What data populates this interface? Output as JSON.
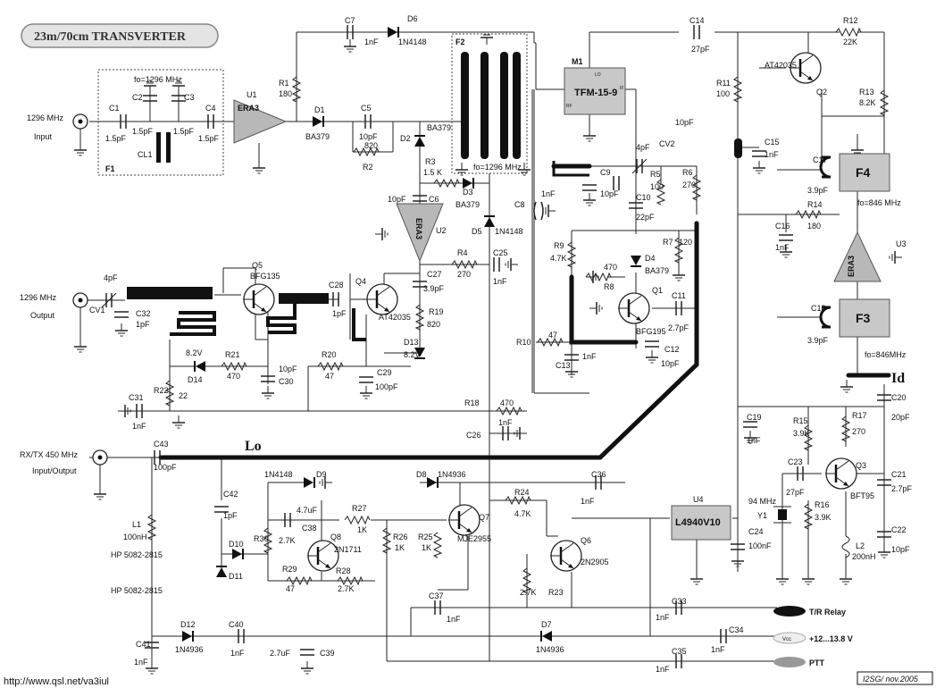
{
  "title": "23m/70cm TRANSVERTER",
  "footer_left": "http://www.qsl.net/va3iul",
  "footer_right": "I2SG/ nov.2005",
  "ports": {
    "in1296": [
      "1296 MHz",
      "Input"
    ],
    "out1296": [
      "1296 MHz",
      "Output"
    ],
    "rxtx": [
      "RX/TX 450 MHz",
      "Input/Output"
    ],
    "tr_relay": "T/R Relay",
    "vcc": "+12...13.8 V",
    "vcc_tag": "Vcc",
    "ptt": "PTT"
  },
  "modules": {
    "M1_tag": "M1",
    "M1": "TFM-15-9",
    "M1_pins": [
      "LO",
      "RF",
      "IF"
    ],
    "F1": "F1",
    "F2": "F2",
    "F3": "F3",
    "F4": "F4",
    "U4": "L4940V10",
    "f1_freq": "fo=1296 MHz",
    "f2_freq": "fo=1296 MHz",
    "f3_freq": "fo=846MHz",
    "f4_freq": "fo=846 MHz"
  },
  "amps": {
    "u1": "ERA3",
    "u1_ref": "U1",
    "u2": "ERA3",
    "u2_ref": "U2",
    "u3": "ERA3",
    "u3_ref": "U3"
  },
  "bus_labels": {
    "lo": "Lo",
    "ld": "Id"
  },
  "components": [
    {
      "id": "c1",
      "t": "C1"
    },
    {
      "id": "c1v",
      "t": "1.5pF"
    },
    {
      "id": "c2",
      "t": "C2"
    },
    {
      "id": "c2v",
      "t": "1.5pF"
    },
    {
      "id": "c3",
      "t": "C3"
    },
    {
      "id": "c3v",
      "t": "1.5pF"
    },
    {
      "id": "c4",
      "t": "C4"
    },
    {
      "id": "c4v",
      "t": "1.5pF"
    },
    {
      "id": "cl1",
      "t": "CL1"
    },
    {
      "id": "r1",
      "t": "R1"
    },
    {
      "id": "r1v",
      "t": "180"
    },
    {
      "id": "c7",
      "t": "C7"
    },
    {
      "id": "c7v",
      "t": "1nF"
    },
    {
      "id": "d6",
      "t": "D6"
    },
    {
      "id": "d6v",
      "t": "1N4148"
    },
    {
      "id": "d1",
      "t": "D1"
    },
    {
      "id": "d1v",
      "t": "BA379"
    },
    {
      "id": "c5",
      "t": "C5"
    },
    {
      "id": "c5v",
      "t": "10pF"
    },
    {
      "id": "r2v",
      "t": "820"
    },
    {
      "id": "r2",
      "t": "R2"
    },
    {
      "id": "d2",
      "t": "D2"
    },
    {
      "id": "d2v",
      "t": "BA379"
    },
    {
      "id": "r3",
      "t": "R3"
    },
    {
      "id": "r3v",
      "t": "1.5 K"
    },
    {
      "id": "d3",
      "t": "D3"
    },
    {
      "id": "d3v",
      "t": "BA379"
    },
    {
      "id": "c6v",
      "t": "10pF"
    },
    {
      "id": "c6",
      "t": "C6"
    },
    {
      "id": "d5",
      "t": "D5"
    },
    {
      "id": "d5v",
      "t": "1N4148"
    },
    {
      "id": "r4",
      "t": "R4"
    },
    {
      "id": "r4v",
      "t": "270"
    },
    {
      "id": "c25",
      "t": "C25"
    },
    {
      "id": "c25v",
      "t": "1nF"
    },
    {
      "id": "c27",
      "t": "C27"
    },
    {
      "id": "c27v",
      "t": "3.9pF"
    },
    {
      "id": "r19",
      "t": "R19"
    },
    {
      "id": "r19v",
      "t": "820"
    },
    {
      "id": "d13",
      "t": "D13"
    },
    {
      "id": "d13v",
      "t": "8.2V"
    },
    {
      "id": "c29",
      "t": "C29"
    },
    {
      "id": "c29v",
      "t": "100pF"
    },
    {
      "id": "q4",
      "t": "Q4"
    },
    {
      "id": "q4v",
      "t": "AT42035"
    },
    {
      "id": "c28",
      "t": "C28"
    },
    {
      "id": "c28v",
      "t": "1pF"
    },
    {
      "id": "q5",
      "t": "Q5"
    },
    {
      "id": "q5v",
      "t": "BFG135"
    },
    {
      "id": "cv1v",
      "t": "4pF"
    },
    {
      "id": "cv1",
      "t": "CV1"
    },
    {
      "id": "c32",
      "t": "C32"
    },
    {
      "id": "c32v",
      "t": "1pF"
    },
    {
      "id": "d14v",
      "t": "8.2V"
    },
    {
      "id": "d14",
      "t": "D14"
    },
    {
      "id": "r21",
      "t": "R21"
    },
    {
      "id": "r21v",
      "t": "470"
    },
    {
      "id": "c30v",
      "t": "10pF"
    },
    {
      "id": "c30",
      "t": "C30"
    },
    {
      "id": "r20",
      "t": "R20"
    },
    {
      "id": "r20v",
      "t": "47"
    },
    {
      "id": "r22",
      "t": "R22"
    },
    {
      "id": "r22v",
      "t": "22"
    },
    {
      "id": "c31",
      "t": "C31"
    },
    {
      "id": "c31v",
      "t": "1nF"
    },
    {
      "id": "r18",
      "t": "R18"
    },
    {
      "id": "r18v",
      "t": "470"
    },
    {
      "id": "c26",
      "t": "C26"
    },
    {
      "id": "c26v",
      "t": "1nF"
    },
    {
      "id": "c8",
      "t": "C8"
    },
    {
      "id": "c8v",
      "t": "1nF"
    },
    {
      "id": "c14",
      "t": "C14"
    },
    {
      "id": "c14v",
      "t": "27pF"
    },
    {
      "id": "r12",
      "t": "R12"
    },
    {
      "id": "r12v",
      "t": "22K"
    },
    {
      "id": "q2v",
      "t": "AT42035"
    },
    {
      "id": "q2",
      "t": "Q2"
    },
    {
      "id": "r11",
      "t": "R11"
    },
    {
      "id": "r11v",
      "t": "100"
    },
    {
      "id": "r13",
      "t": "R13"
    },
    {
      "id": "r13v",
      "t": "8.2K"
    },
    {
      "id": "pf10",
      "t": "10pF"
    },
    {
      "id": "cv2v",
      "t": "4pF"
    },
    {
      "id": "cv2",
      "t": "CV2"
    },
    {
      "id": "c15",
      "t": "C15"
    },
    {
      "id": "c15v",
      "t": "1nF"
    },
    {
      "id": "c17",
      "t": "C17"
    },
    {
      "id": "c17v",
      "t": "3.9pF"
    },
    {
      "id": "c9",
      "t": "C9"
    },
    {
      "id": "c9v",
      "t": "10pF"
    },
    {
      "id": "r5",
      "t": "R5"
    },
    {
      "id": "r5v",
      "t": "100"
    },
    {
      "id": "r6",
      "t": "R6"
    },
    {
      "id": "r6v",
      "t": "270"
    },
    {
      "id": "c10",
      "t": "C10"
    },
    {
      "id": "c10v",
      "t": "22pF"
    },
    {
      "id": "r14",
      "t": "R14"
    },
    {
      "id": "r14v",
      "t": "180"
    },
    {
      "id": "c16",
      "t": "C16"
    },
    {
      "id": "c16v",
      "t": "1nF"
    },
    {
      "id": "r9",
      "t": "R9"
    },
    {
      "id": "r9v",
      "t": "4.7K"
    },
    {
      "id": "r7",
      "t": "R7"
    },
    {
      "id": "r7v",
      "t": "120"
    },
    {
      "id": "d4",
      "t": "D4"
    },
    {
      "id": "d4v",
      "t": "BA379"
    },
    {
      "id": "r8v",
      "t": "470"
    },
    {
      "id": "r8",
      "t": "R8"
    },
    {
      "id": "q1",
      "t": "Q1"
    },
    {
      "id": "q1v",
      "t": "BFG195"
    },
    {
      "id": "c11",
      "t": "C11"
    },
    {
      "id": "c11v",
      "t": "2.7pF"
    },
    {
      "id": "r10",
      "t": "R10"
    },
    {
      "id": "r10v",
      "t": "47"
    },
    {
      "id": "c13",
      "t": "C13"
    },
    {
      "id": "c13v",
      "t": "1nF"
    },
    {
      "id": "c12",
      "t": "C12"
    },
    {
      "id": "c12v",
      "t": "10pF"
    },
    {
      "id": "c18",
      "t": "C18"
    },
    {
      "id": "c18v",
      "t": "3.9pF"
    },
    {
      "id": "c20",
      "t": "C20"
    },
    {
      "id": "c20v",
      "t": "20pF"
    },
    {
      "id": "c19",
      "t": "C19"
    },
    {
      "id": "c19v",
      "t": "1nF"
    },
    {
      "id": "r15",
      "t": "R15"
    },
    {
      "id": "r15v",
      "t": "3.9K"
    },
    {
      "id": "r17",
      "t": "R17"
    },
    {
      "id": "r17v",
      "t": "270"
    },
    {
      "id": "c23",
      "t": "C23"
    },
    {
      "id": "c23v",
      "t": "27pF"
    },
    {
      "id": "q3",
      "t": "Q3"
    },
    {
      "id": "q3v",
      "t": "BFT95"
    },
    {
      "id": "c21",
      "t": "C21"
    },
    {
      "id": "c21v",
      "t": "2.7pF"
    },
    {
      "id": "y1f",
      "t": "94 MHz"
    },
    {
      "id": "y1",
      "t": "Y1"
    },
    {
      "id": "r16",
      "t": "R16"
    },
    {
      "id": "r16v",
      "t": "3.9K"
    },
    {
      "id": "c24",
      "t": "C24"
    },
    {
      "id": "c24v",
      "t": "100nF"
    },
    {
      "id": "l2",
      "t": "L2"
    },
    {
      "id": "l2v",
      "t": "200nH"
    },
    {
      "id": "c22",
      "t": "C22"
    },
    {
      "id": "c22v",
      "t": "10pF"
    },
    {
      "id": "c43",
      "t": "C43"
    },
    {
      "id": "c43v",
      "t": "100pF"
    },
    {
      "id": "c42",
      "t": "C42"
    },
    {
      "id": "c42v",
      "t": "1pF"
    },
    {
      "id": "l1",
      "t": "L1"
    },
    {
      "id": "l1v",
      "t": "100nH"
    },
    {
      "id": "hp1",
      "t": "HP 5082-2815"
    },
    {
      "id": "hp2",
      "t": "HP 5082-2815"
    },
    {
      "id": "d10",
      "t": "D10"
    },
    {
      "id": "d11",
      "t": "D11"
    },
    {
      "id": "d9v",
      "t": "1N4148"
    },
    {
      "id": "d9",
      "t": "D9"
    },
    {
      "id": "c38v",
      "t": "4.7uF"
    },
    {
      "id": "c38",
      "t": "C38"
    },
    {
      "id": "r27",
      "t": "R27"
    },
    {
      "id": "r27v",
      "t": "1K"
    },
    {
      "id": "r30",
      "t": "R30"
    },
    {
      "id": "r30v",
      "t": "2.7K"
    },
    {
      "id": "q8",
      "t": "Q8"
    },
    {
      "id": "q8v",
      "t": "2N1711"
    },
    {
      "id": "r29",
      "t": "R29"
    },
    {
      "id": "r29v",
      "t": "47"
    },
    {
      "id": "r28",
      "t": "R28"
    },
    {
      "id": "r28v",
      "t": "2.7K"
    },
    {
      "id": "r26",
      "t": "R26"
    },
    {
      "id": "r26v",
      "t": "1K"
    },
    {
      "id": "r25",
      "t": "R25"
    },
    {
      "id": "r25v",
      "t": "1K"
    },
    {
      "id": "d8",
      "t": "D8"
    },
    {
      "id": "d8v",
      "t": "1N4936"
    },
    {
      "id": "q7",
      "t": "Q7"
    },
    {
      "id": "q7v",
      "t": "MJE2955"
    },
    {
      "id": "r24",
      "t": "R24"
    },
    {
      "id": "r24v",
      "t": "4.7K"
    },
    {
      "id": "c36",
      "t": "C36"
    },
    {
      "id": "c36v",
      "t": "1nF"
    },
    {
      "id": "q6",
      "t": "Q6"
    },
    {
      "id": "q6v",
      "t": "2N2905"
    },
    {
      "id": "r23v",
      "t": "2.7K"
    },
    {
      "id": "r23",
      "t": "R23"
    },
    {
      "id": "c37",
      "t": "C37"
    },
    {
      "id": "c37v",
      "t": "1nF"
    },
    {
      "id": "c33",
      "t": "C33"
    },
    {
      "id": "c33v",
      "t": "1nF"
    },
    {
      "id": "d12",
      "t": "D12"
    },
    {
      "id": "d12v",
      "t": "1N4936"
    },
    {
      "id": "c40",
      "t": "C40"
    },
    {
      "id": "c40v",
      "t": "1nF"
    },
    {
      "id": "c41",
      "t": "C41"
    },
    {
      "id": "c41v",
      "t": "1nF"
    },
    {
      "id": "c39v",
      "t": "2.7uF"
    },
    {
      "id": "c39",
      "t": "C39"
    },
    {
      "id": "d7",
      "t": "D7"
    },
    {
      "id": "d7v",
      "t": "1N4936"
    },
    {
      "id": "c34",
      "t": "C34"
    },
    {
      "id": "c34v",
      "t": "1nF"
    },
    {
      "id": "c35",
      "t": "C35"
    },
    {
      "id": "c35v",
      "t": "1nF"
    }
  ]
}
